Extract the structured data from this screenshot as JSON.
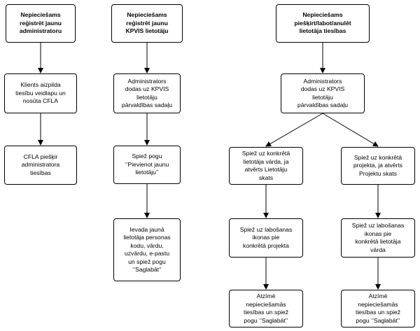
{
  "diagram": {
    "columns": [
      {
        "nodes": [
          "Nepieciešams\nreģistrēt jaunu\nadministratoru",
          "Klients aizpilda\ntiesību veidlapu un\nnosūta CFLA",
          "CFLA piešķir\nadministratora\ntiesības"
        ]
      },
      {
        "nodes": [
          "Nepieciešams\nreģistrēt jaunu\nKPVIS lietotāju",
          "Administrators\ndodas uz KPVIS\nlietotāju\npārvaldības sadaļu",
          "Spiež pogu\n‘’Pievienot jaunu\nlietotāju’’",
          "Ievada jaunā\nlietotāja personas\nkodu, vārdu,\nuzvārdu, e-pastu\nun spiež pogu\n‘’Saglabāt’’"
        ]
      },
      {
        "nodes": [
          "Nepieciešams\npiešķirt/labot/anulēt\nlietotāja tiesības",
          "Administrators\ndodas uz KPVIS\nlietotāju\npārvaldības sadaļu"
        ],
        "left_branch": [
          "Spiež uz konkrētā\nlietotāja vārda, ja\natvērts Lietotāju\nskats",
          "Spiež uz labošanas\nikonas pie\nkonkrētā projekta",
          "Atzīmē\nnepieciešamās\ntiesības un spiež\npogu ‘’Saglabāt’’"
        ],
        "right_branch": [
          "Spiež uz konkrētā\nprojekta, ja atvērts\nProjektu skats",
          "Spiež uz labošanas\nikonas pie\nkonkrētā lietotāja\nvārda",
          "Atzīmē\nnepieciešamās\ntiesības un spiež\npogu ‘’Saglabāt’’"
        ]
      }
    ]
  }
}
